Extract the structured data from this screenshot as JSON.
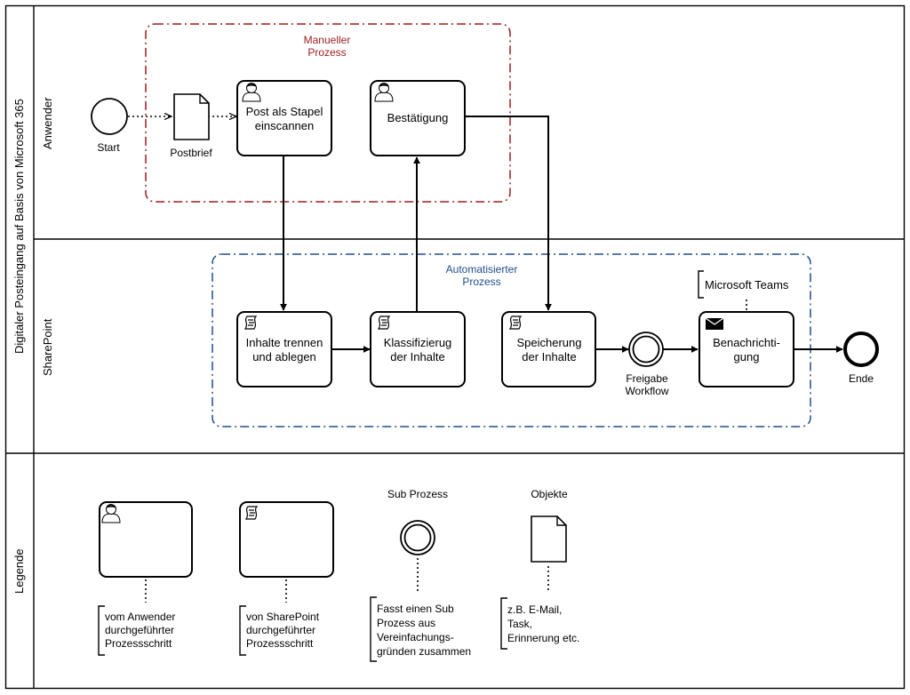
{
  "pool": {
    "title": "Digitaler Posteingang auf Basis von Microsoft 365"
  },
  "lanes": {
    "anwender": "Anwender",
    "sharepoint": "SharePoint",
    "legende": "Legende"
  },
  "groups": {
    "manual": {
      "line1": "Manueller",
      "line2": "Prozess",
      "color": "#9b1c1c"
    },
    "auto": {
      "line1": "Automatisierter",
      "line2": "Prozess",
      "color": "#1f4e8c"
    }
  },
  "events": {
    "start": "Start",
    "intermediate": [
      "Freigabe",
      "Workflow"
    ],
    "end": "Ende"
  },
  "objects": {
    "postbrief": "Postbrief"
  },
  "tasks": {
    "scan": [
      "Post als Stapel",
      "einscannen"
    ],
    "confirm": [
      "Bestätigung"
    ],
    "separate": [
      "Inhalte trennen",
      "und ablegen"
    ],
    "classify": [
      "Klassifizierug",
      "der Inhalte"
    ],
    "store": [
      "Speicherung",
      "der Inhalte"
    ],
    "notify": [
      "Benachrichti-",
      "gung"
    ]
  },
  "annotation": "Microsoft Teams",
  "legend": {
    "sub_title": "Sub Prozess",
    "obj_title": "Objekte",
    "user": [
      "vom Anwender",
      "durchgeführter",
      "Prozessschritt"
    ],
    "sp": [
      "von SharePoint",
      "durchgeführter",
      "Prozessschritt"
    ],
    "sub": [
      "Fasst einen Sub",
      "Prozess aus",
      "Vereinfachungs-",
      "gründen zusammen"
    ],
    "obj": [
      "z.B. E-Mail,",
      "Task,",
      "Erinnerung etc."
    ]
  }
}
